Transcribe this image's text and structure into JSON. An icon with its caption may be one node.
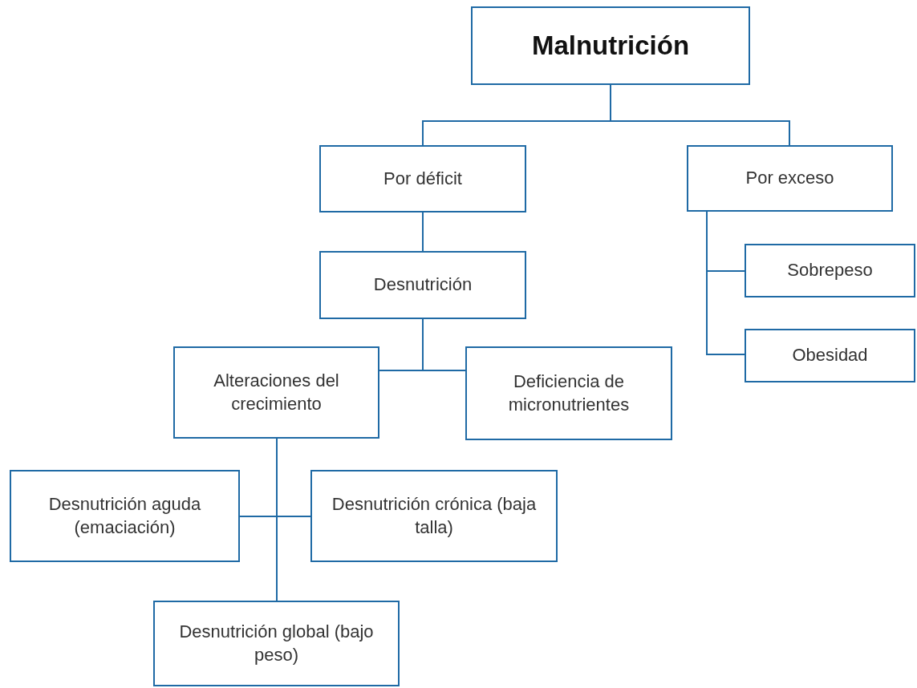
{
  "diagram": {
    "nodes": [
      {
        "text": [
          "Malnutrición"
        ]
      },
      {
        "text": [
          "Por déficit"
        ]
      },
      {
        "text": [
          "Por exceso"
        ]
      },
      {
        "text": [
          "Desnutrición"
        ]
      },
      {
        "text": [
          "Sobrepeso"
        ]
      },
      {
        "text": [
          "Obesidad"
        ]
      },
      {
        "text": [
          "Alteraciones del crecimiento"
        ]
      },
      {
        "text": [
          "Deficiencia de micronutrientes"
        ]
      },
      {
        "text": [
          "Desnutrición aguda (emaciación)"
        ]
      },
      {
        "text": [
          "Desnutrición crónica (baja talla)"
        ]
      },
      {
        "text": [
          "Desnutrición global (bajo peso)"
        ]
      }
    ],
    "edges": [
      {
        "from": 0,
        "to": 1,
        "arrow": "none"
      },
      {
        "from": 0,
        "to": 2,
        "arrow": "none"
      },
      {
        "from": 1,
        "to": 3,
        "arrow": "none"
      },
      {
        "from": 2,
        "to": 4,
        "arrow": "none"
      },
      {
        "from": 2,
        "to": 5,
        "arrow": "none"
      },
      {
        "from": 3,
        "to": 6,
        "arrow": "none"
      },
      {
        "from": 3,
        "to": 7,
        "arrow": "none"
      },
      {
        "from": 6,
        "to": 8,
        "arrow": "none"
      },
      {
        "from": 6,
        "to": 9,
        "arrow": "none"
      },
      {
        "from": 6,
        "to": 10,
        "arrow": "none"
      }
    ]
  }
}
